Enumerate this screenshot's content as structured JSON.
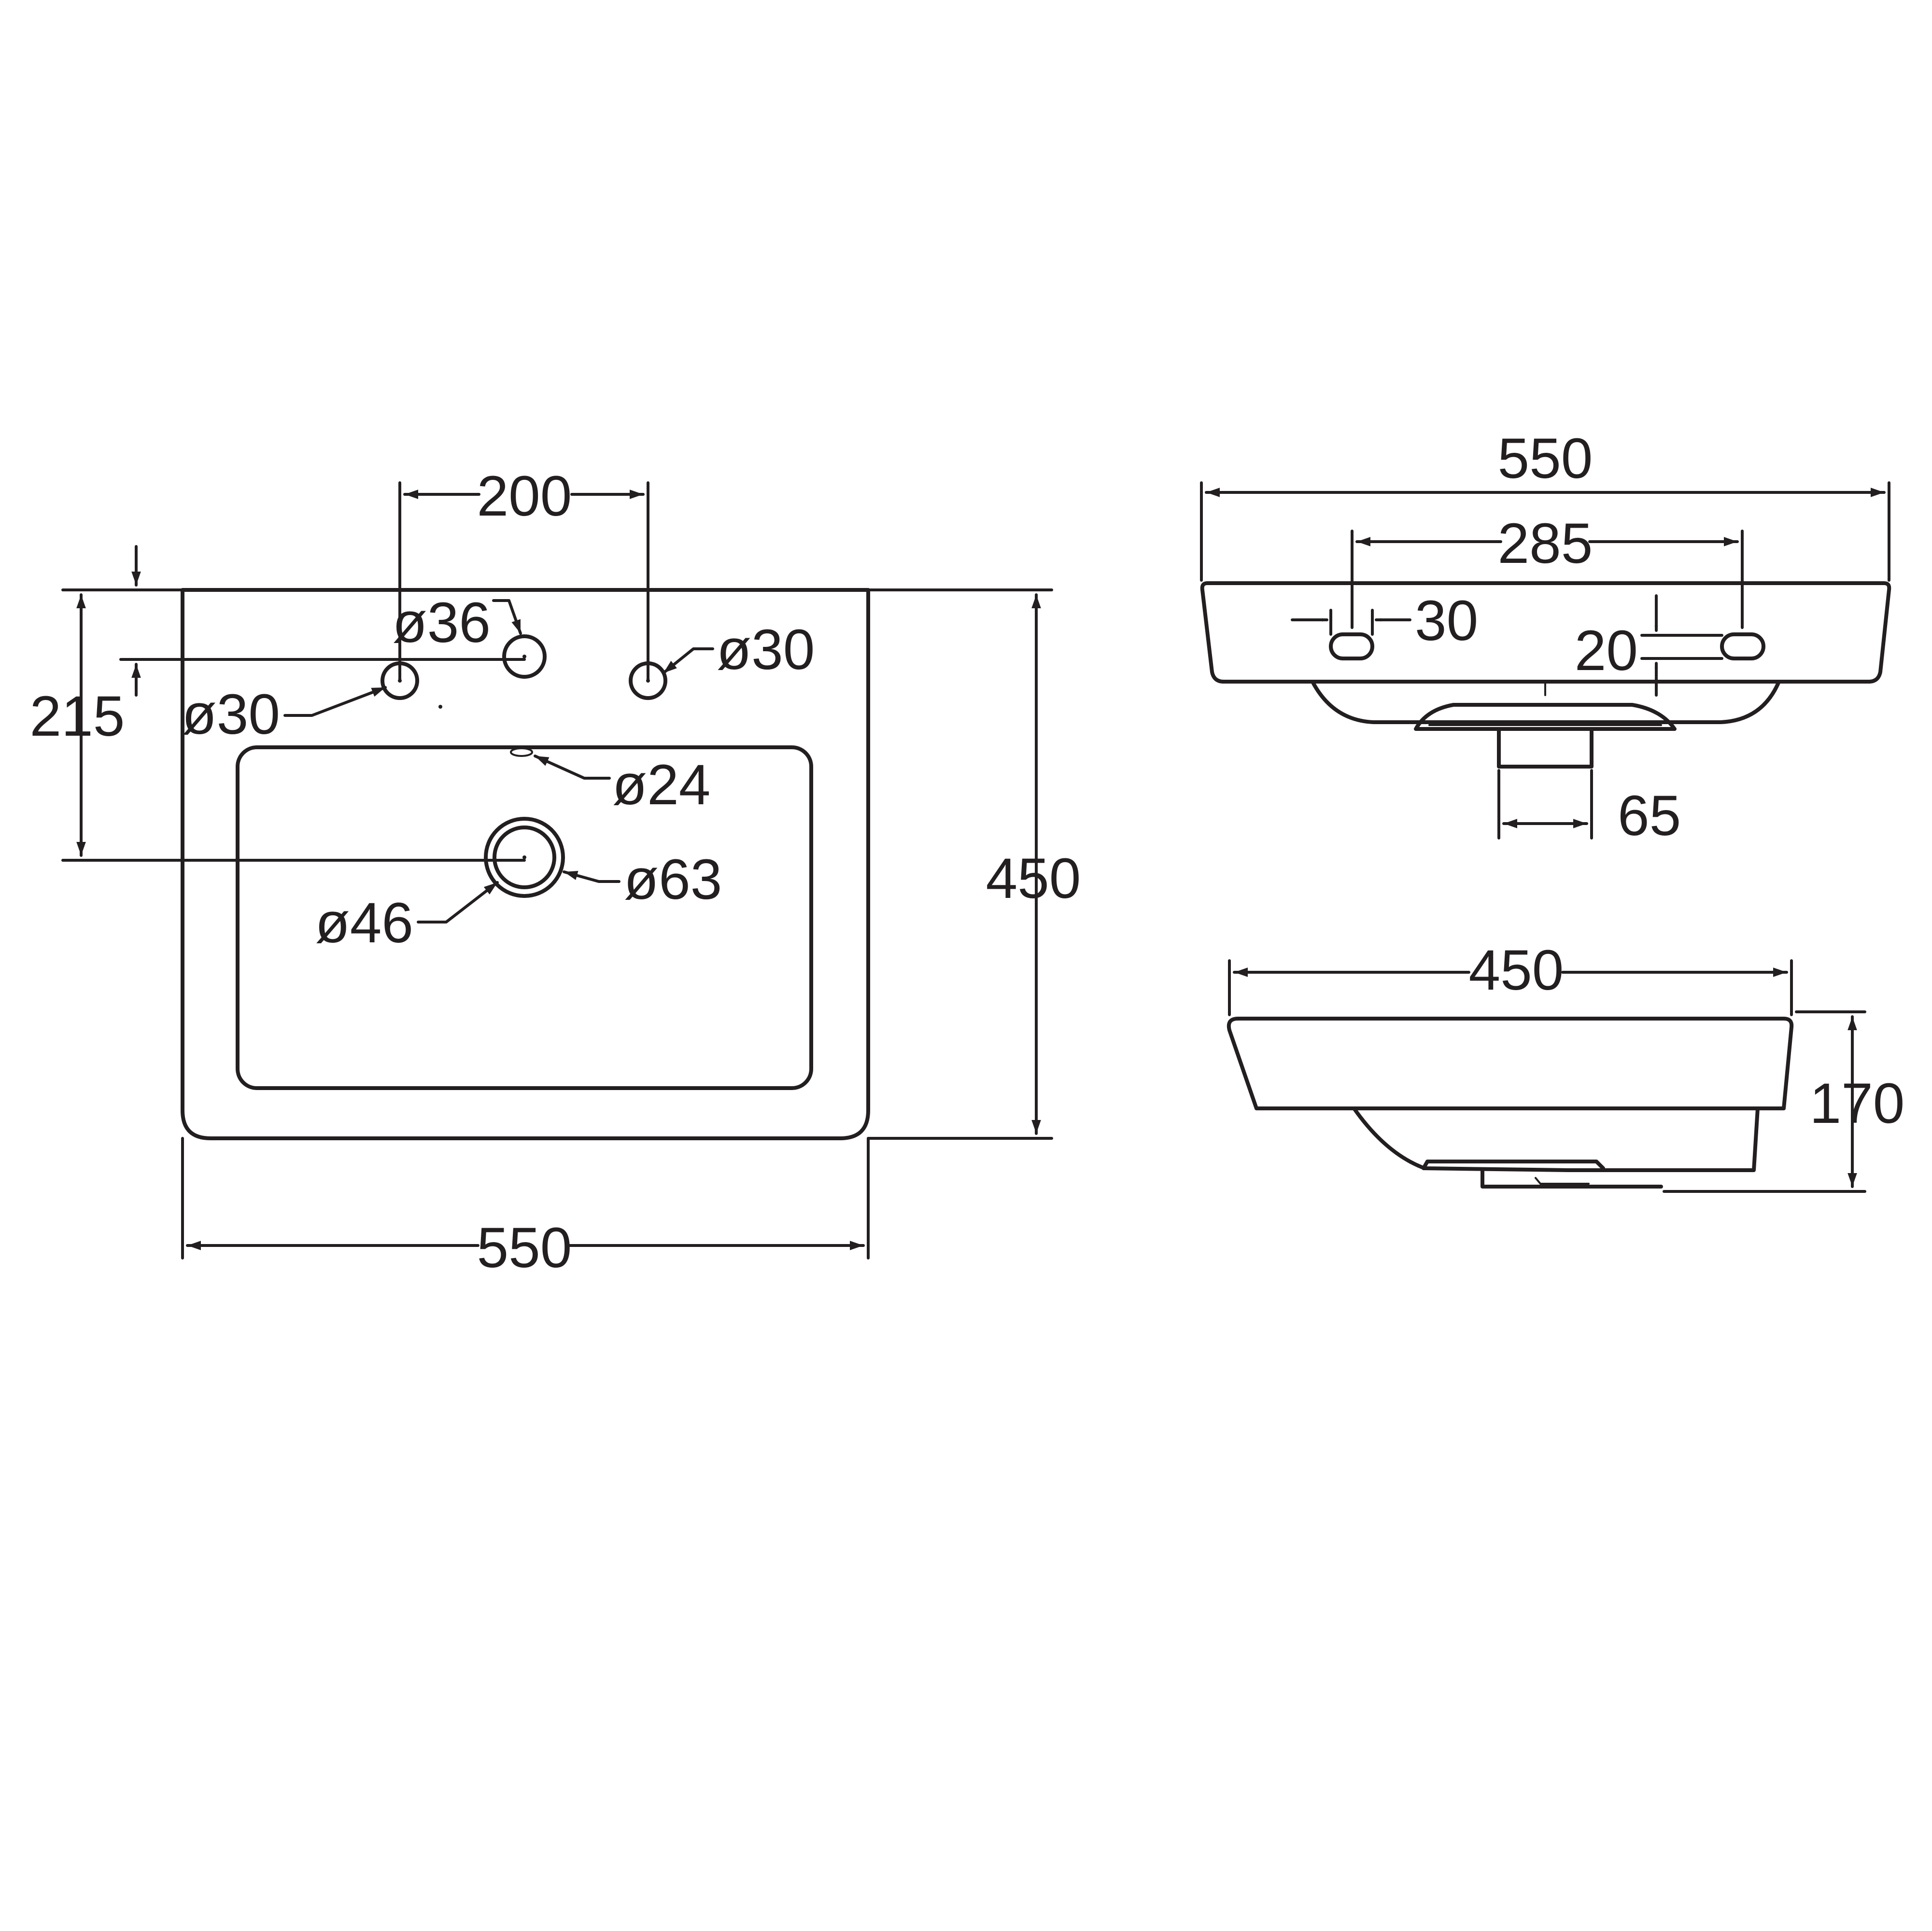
{
  "plan_view": {
    "width": "550",
    "depth": "450",
    "tap_hole_spacing": "200",
    "tap_hole_offset": "215",
    "hole_left": "ø30",
    "hole_center": "ø36",
    "hole_right": "ø30",
    "overflow": "ø24",
    "waste_outer": "ø63",
    "waste_inner": "ø46"
  },
  "front_view": {
    "width": "550",
    "fixing_spacing": "285",
    "fixing_slot_width": "30",
    "fixing_slot_height": "20",
    "waste_outlet": "65"
  },
  "side_view": {
    "depth": "450",
    "height": "170"
  }
}
